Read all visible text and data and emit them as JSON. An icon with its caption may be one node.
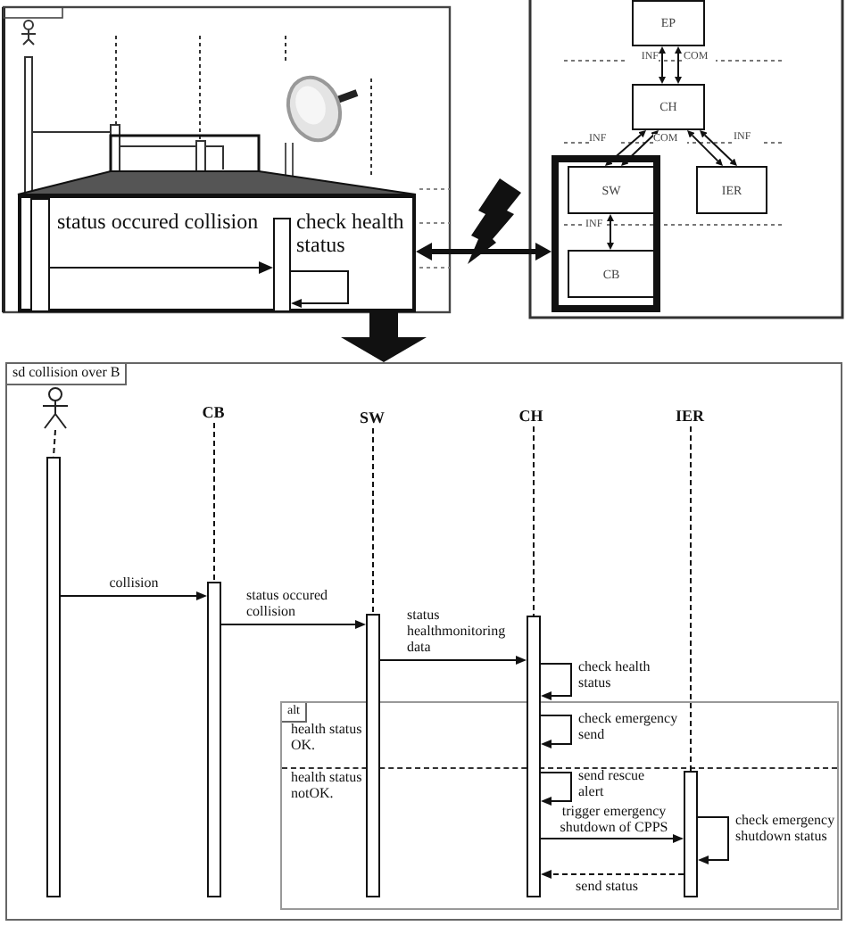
{
  "diagram": {
    "nodes": [
      {
        "text": [],
        "shape": "box"
      },
      {
        "text": [],
        "shape": "bar",
        "in": 0
      },
      {
        "text": [],
        "shape": "bar",
        "in": 0
      },
      {
        "text": [
          "EP"
        ]
      },
      {
        "text": [
          "CH"
        ]
      },
      {
        "text": [],
        "shape": "box"
      },
      {
        "text": [
          "SW"
        ],
        "in": 5
      },
      {
        "text": [
          "CB"
        ],
        "in": 5
      },
      {
        "text": [
          "IER"
        ]
      },
      {
        "text": [
          "sd collision over B"
        ]
      },
      {
        "text": [],
        "shape": "person",
        "in": 9
      },
      {
        "text": [
          "CB"
        ],
        "in": 9
      },
      {
        "text": [
          "SW"
        ],
        "in": 9
      },
      {
        "text": [
          "CH"
        ],
        "in": 9
      },
      {
        "text": [
          "IER"
        ],
        "in": 9
      },
      {
        "text": [],
        "shape": "bar",
        "in": 9
      },
      {
        "text": [],
        "shape": "bar",
        "in": 9
      },
      {
        "text": [],
        "shape": "bar",
        "in": 9
      },
      {
        "text": [],
        "shape": "bar",
        "in": 9
      },
      {
        "text": [],
        "shape": "bar",
        "in": 9
      }
    ],
    "labels": [
      "alt",
      "health status OK.",
      "health status notOK."
    ],
    "edges": [
      {
        "from": 0,
        "to": 5,
        "arrow": "both",
        "style": "thick"
      },
      {
        "from": 0,
        "to": 9,
        "arrow": "to",
        "style": "thick"
      },
      {
        "from": 1,
        "to": 2,
        "arrow": "to",
        "label": "status occured collision"
      },
      {
        "from": 2,
        "to": 2,
        "arrow": "to",
        "label": "check health status"
      },
      {
        "from": 3,
        "to": 4,
        "arrow": "both",
        "label": "INF"
      },
      {
        "from": 3,
        "to": 4,
        "arrow": "both",
        "label": "COM"
      },
      {
        "from": 4,
        "to": 6,
        "arrow": "both",
        "label": "INF"
      },
      {
        "from": 4,
        "to": 6,
        "arrow": "both",
        "label": "COM"
      },
      {
        "from": 4,
        "to": 8,
        "arrow": "both"
      },
      {
        "from": 4,
        "to": 8,
        "arrow": "both",
        "label": "INF"
      },
      {
        "from": 6,
        "to": 7,
        "arrow": "both",
        "label": "INF"
      },
      {
        "from": 10,
        "to": 15,
        "arrow": "none",
        "style": "dashed"
      },
      {
        "from": 11,
        "to": 16,
        "arrow": "none",
        "style": "dashed"
      },
      {
        "from": 12,
        "to": 17,
        "arrow": "none",
        "style": "dashed"
      },
      {
        "from": 13,
        "to": 18,
        "arrow": "none",
        "style": "dashed"
      },
      {
        "from": 14,
        "to": 19,
        "arrow": "none",
        "style": "dashed"
      },
      {
        "from": 15,
        "to": 16,
        "arrow": "to",
        "label": "collision"
      },
      {
        "from": 16,
        "to": 17,
        "arrow": "to",
        "label": "status occured collision"
      },
      {
        "from": 17,
        "to": 18,
        "arrow": "to",
        "label": "status healthmonitoring data"
      },
      {
        "from": 18,
        "to": 18,
        "arrow": "to",
        "label": "check health status"
      },
      {
        "from": 18,
        "to": 18,
        "arrow": "to",
        "label": "check emergency send"
      },
      {
        "from": 18,
        "to": 18,
        "arrow": "to",
        "label": "send rescue alert"
      },
      {
        "from": 18,
        "to": 19,
        "arrow": "to",
        "label": "trigger emergency shutdown of CPPS"
      },
      {
        "from": 19,
        "to": 19,
        "arrow": "to",
        "label": "check emergency shutdown status"
      },
      {
        "from": 19,
        "to": 18,
        "arrow": "to",
        "label": "send status",
        "style": "dashed"
      }
    ]
  }
}
